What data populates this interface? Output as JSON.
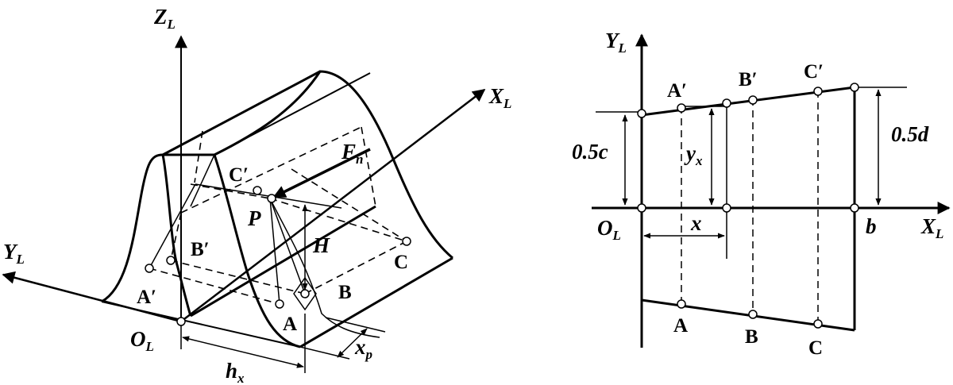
{
  "left_diagram": {
    "axes": {
      "z": {
        "main": "Z",
        "sub": "L"
      },
      "y": {
        "main": "Y",
        "sub": "L"
      },
      "x": {
        "main": "X",
        "sub": "L"
      },
      "origin": {
        "main": "O",
        "sub": "L"
      }
    },
    "force": {
      "main": "F",
      "sub": "n"
    },
    "point_p": "P",
    "height": "H",
    "dims": {
      "hx": {
        "main": "h",
        "sub": "x"
      },
      "xp": {
        "main": "x",
        "sub": "p"
      }
    },
    "points": {
      "a": "A",
      "b": "B",
      "c": "C",
      "a_prime": "A′",
      "b_prime": "B′",
      "c_prime": "C′"
    }
  },
  "right_diagram": {
    "axes": {
      "y": {
        "main": "Y",
        "sub": "L"
      },
      "x": {
        "main": "X",
        "sub": "L"
      },
      "origin": {
        "main": "O",
        "sub": "L"
      }
    },
    "dims": {
      "half_c": "0.5c",
      "half_d": "0.5d",
      "yx": {
        "main": "y",
        "sub": "x"
      },
      "x": "x",
      "b": "b"
    },
    "points": {
      "a": "A",
      "b": "B",
      "c": "C",
      "a_prime": "A′",
      "b_prime": "B′",
      "c_prime": "C′"
    }
  }
}
